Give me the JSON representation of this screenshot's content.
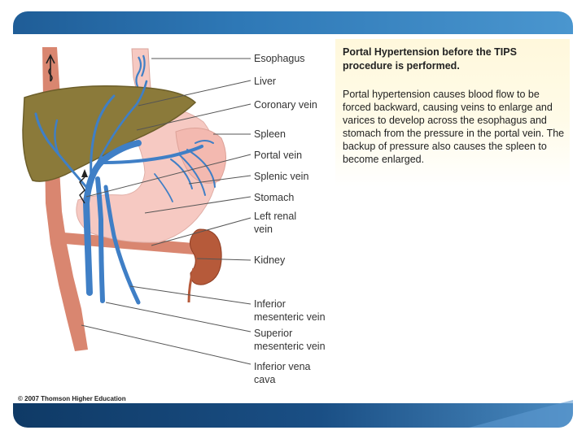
{
  "caption": {
    "title": "Portal Hypertension before the TIPS procedure is performed.",
    "body": "Portal hypertension causes blood flow to be forced backward, causing veins to enlarge and varices to develop across the esophagus and stomach from the pressure in the portal vein. The backup of pressure also causes the spleen to become enlarged."
  },
  "labels": {
    "esophagus": "Esophagus",
    "liver": "Liver",
    "coronary_vein": "Coronary vein",
    "spleen": "Spleen",
    "portal_vein": "Portal vein",
    "splenic_vein": "Splenic vein",
    "stomach": "Stomach",
    "left_renal_vein_1": "Left renal",
    "left_renal_vein_2": "vein",
    "kidney": "Kidney",
    "inferior_mesenteric_1": "Inferior",
    "inferior_mesenteric_2": "mesenteric vein",
    "superior_mesenteric_1": "Superior",
    "superior_mesenteric_2": "mesenteric vein",
    "ivc_1": "Inferior vena",
    "ivc_2": "cava"
  },
  "copyright": "© 2007 Thomson Higher Education",
  "colors": {
    "vein": "#3f7fc6",
    "liver": "#8b7a3a",
    "vena_cava": "#d98670",
    "stomach": "#f6c9c2",
    "kidney": "#b65a3a",
    "header": "#2e78b6",
    "footer": "#0f3a66"
  }
}
